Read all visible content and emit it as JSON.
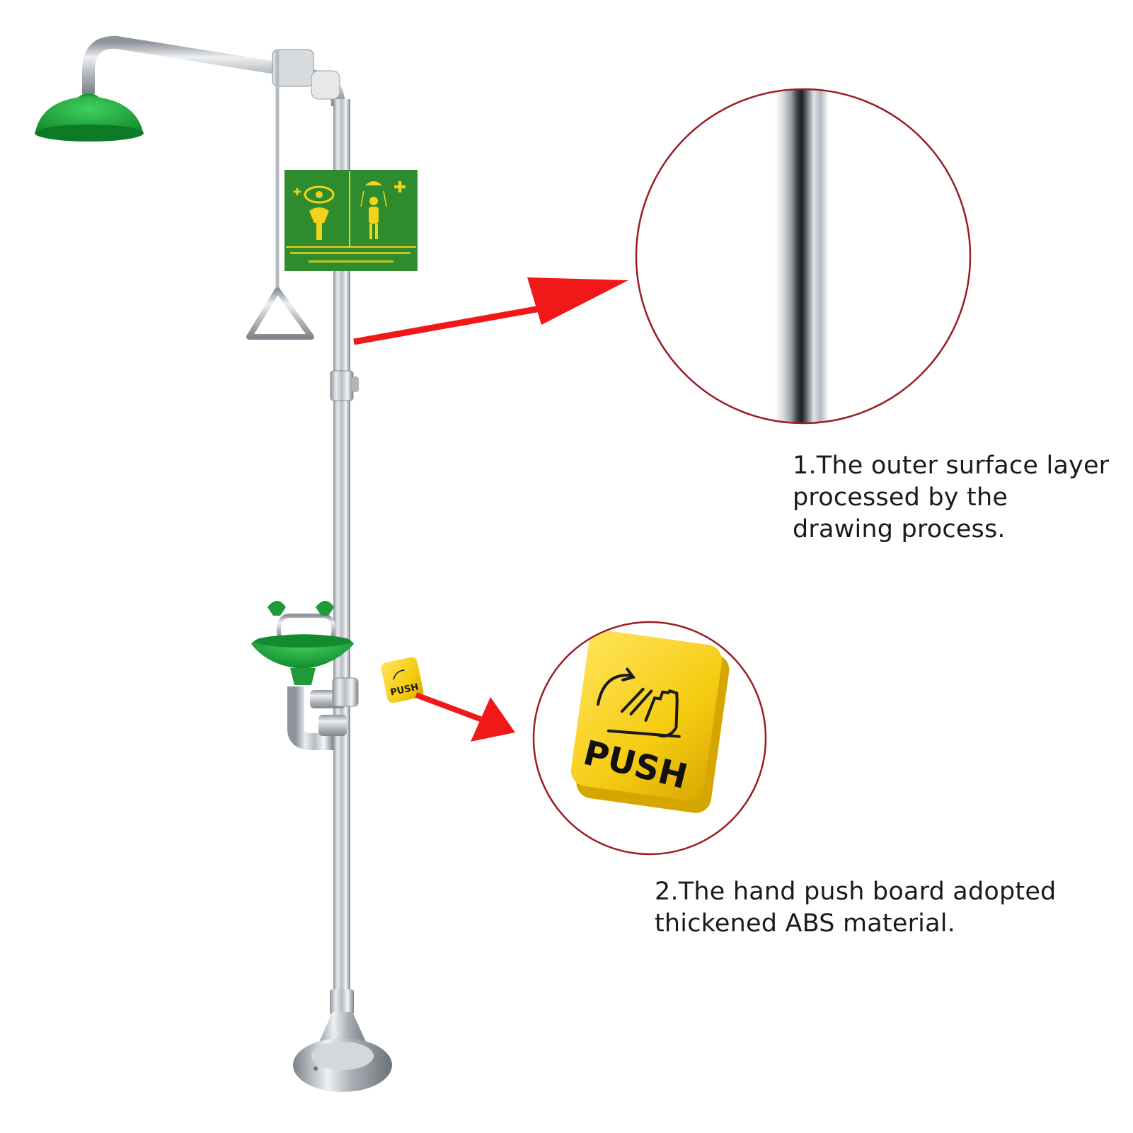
{
  "callouts": [
    {
      "id": 1,
      "lines": [
        "1.The outer surface layer",
        "processed by the",
        "drawing process."
      ]
    },
    {
      "id": 2,
      "lines": [
        "2.The hand push board adopted",
        "thickened ABS material."
      ]
    }
  ],
  "push_button": {
    "small_label": "PUSH",
    "zoom_label": "PUSH"
  },
  "colors": {
    "green": "#1f9a3a",
    "sign_green": "#2e8b2e",
    "sign_yellow": "#f3d21a",
    "steel": "#c9cdd2",
    "arrow_red": "#f01818",
    "circle_red": "#9b1c24",
    "push_yellow": "#f7d21e"
  },
  "icons": [
    "shower-head-icon",
    "eye-icon",
    "person-shower-icon",
    "plus-icon",
    "hand-push-icon"
  ]
}
